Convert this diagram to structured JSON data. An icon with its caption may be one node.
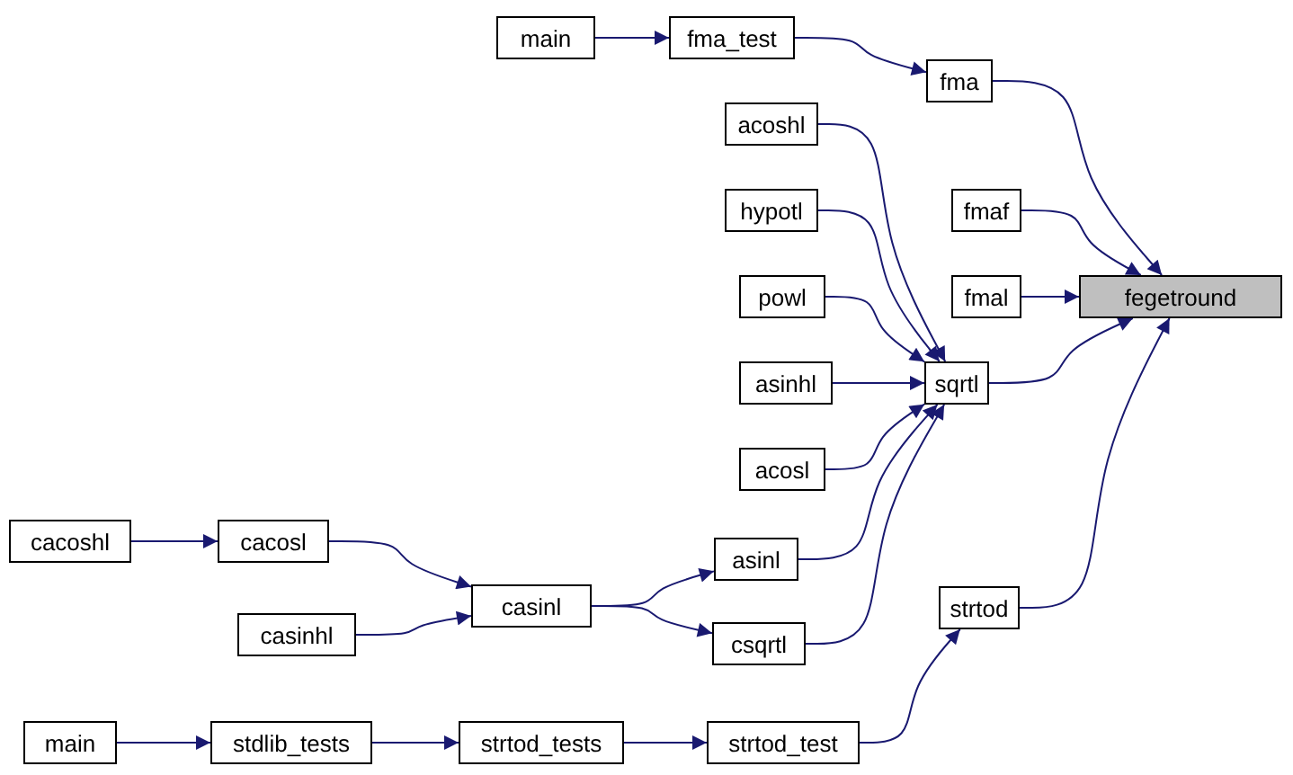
{
  "diagram": {
    "nodes": [
      {
        "text": [
          "main"
        ]
      },
      {
        "text": [
          "fma_test"
        ]
      },
      {
        "text": [
          "fma"
        ]
      },
      {
        "text": [
          "fegetround"
        ]
      },
      {
        "text": [
          "acoshl"
        ]
      },
      {
        "text": [
          "fmaf"
        ]
      },
      {
        "text": [
          "hypotl"
        ]
      },
      {
        "text": [
          "fmal"
        ]
      },
      {
        "text": [
          "powl"
        ]
      },
      {
        "text": [
          "asinhl"
        ]
      },
      {
        "text": [
          "sqrtl"
        ]
      },
      {
        "text": [
          "acosl"
        ]
      },
      {
        "text": [
          "cacoshl"
        ]
      },
      {
        "text": [
          "cacosl"
        ]
      },
      {
        "text": [
          "asinl"
        ]
      },
      {
        "text": [
          "casinl"
        ]
      },
      {
        "text": [
          "strtod"
        ]
      },
      {
        "text": [
          "casinhl"
        ]
      },
      {
        "text": [
          "csqrtl"
        ]
      },
      {
        "text": [
          "main"
        ]
      },
      {
        "text": [
          "stdlib_tests"
        ]
      },
      {
        "text": [
          "strtod_tests"
        ]
      },
      {
        "text": [
          "strtod_test"
        ]
      }
    ],
    "edges": [
      {
        "from": 0,
        "to": 1,
        "arrow": "to"
      },
      {
        "from": 1,
        "to": 2,
        "arrow": "to"
      },
      {
        "from": 2,
        "to": 3,
        "arrow": "to"
      },
      {
        "from": 5,
        "to": 3,
        "arrow": "to"
      },
      {
        "from": 7,
        "to": 3,
        "arrow": "to"
      },
      {
        "from": 10,
        "to": 3,
        "arrow": "to"
      },
      {
        "from": 16,
        "to": 3,
        "arrow": "to"
      },
      {
        "from": 4,
        "to": 10,
        "arrow": "to"
      },
      {
        "from": 6,
        "to": 10,
        "arrow": "to"
      },
      {
        "from": 8,
        "to": 10,
        "arrow": "to"
      },
      {
        "from": 9,
        "to": 10,
        "arrow": "to"
      },
      {
        "from": 11,
        "to": 10,
        "arrow": "to"
      },
      {
        "from": 14,
        "to": 10,
        "arrow": "to"
      },
      {
        "from": 18,
        "to": 10,
        "arrow": "to"
      },
      {
        "from": 12,
        "to": 13,
        "arrow": "to"
      },
      {
        "from": 13,
        "to": 15,
        "arrow": "to"
      },
      {
        "from": 17,
        "to": 15,
        "arrow": "to"
      },
      {
        "from": 15,
        "to": 14,
        "arrow": "to"
      },
      {
        "from": 15,
        "to": 18,
        "arrow": "to"
      },
      {
        "from": 19,
        "to": 20,
        "arrow": "to"
      },
      {
        "from": 20,
        "to": 21,
        "arrow": "to"
      },
      {
        "from": 21,
        "to": 22,
        "arrow": "to"
      },
      {
        "from": 22,
        "to": 16,
        "arrow": "to"
      }
    ]
  }
}
